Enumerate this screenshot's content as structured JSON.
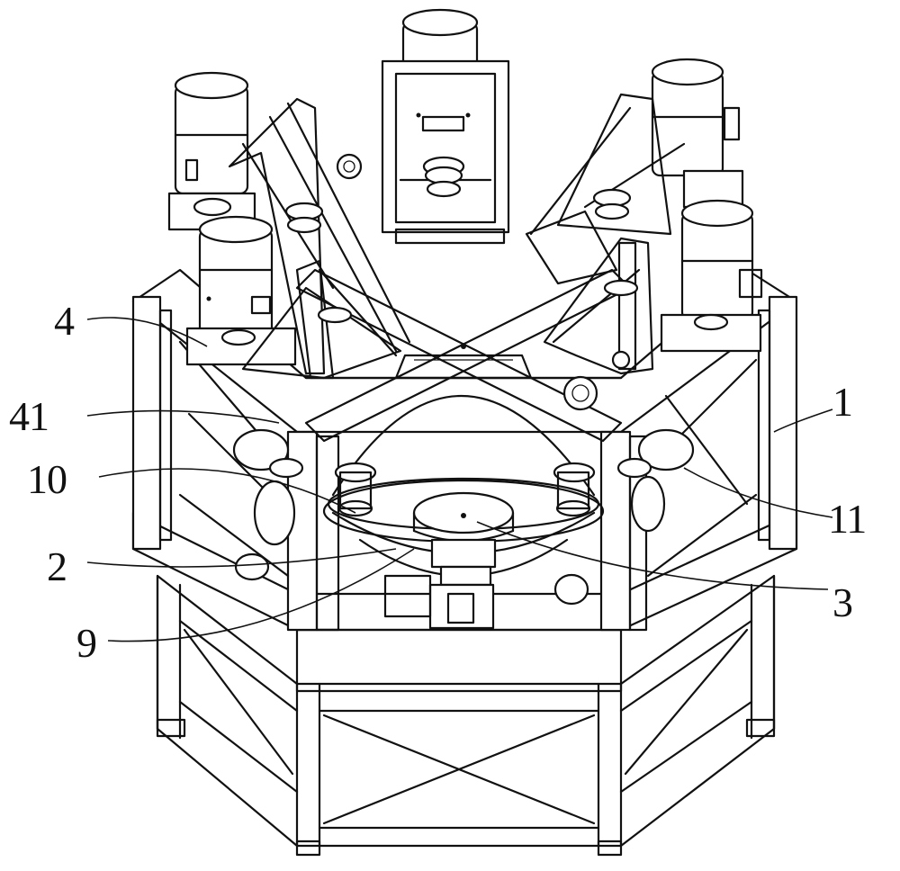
{
  "labels": [
    {
      "id": "1",
      "text": "1"
    },
    {
      "id": "4",
      "text": "4"
    },
    {
      "id": "41",
      "text": "41"
    },
    {
      "id": "10",
      "text": "10"
    },
    {
      "id": "11",
      "text": "11"
    },
    {
      "id": "2",
      "text": "2"
    },
    {
      "id": "3",
      "text": "3"
    },
    {
      "id": "9",
      "text": "9"
    }
  ]
}
